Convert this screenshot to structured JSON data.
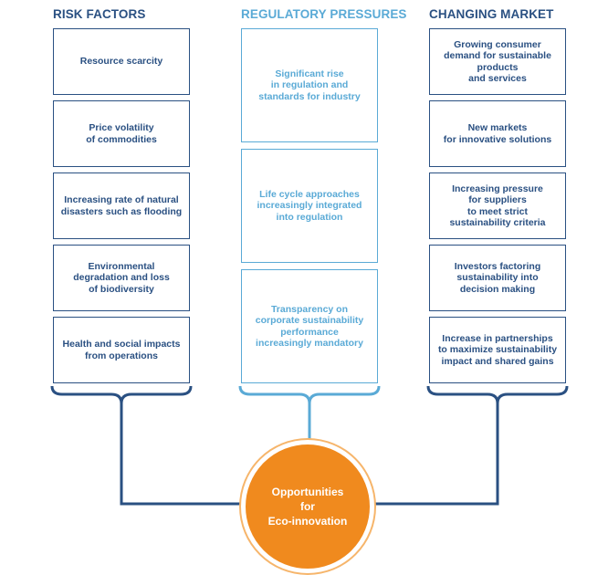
{
  "columns": {
    "risk": {
      "title": "RISK FACTORS",
      "items": [
        "Resource scarcity",
        "Price volatility\nof commodities",
        "Increasing rate of natural\ndisasters such as flooding",
        "Environmental\ndegradation and loss\nof biodiversity",
        "Health and social impacts\nfrom operations"
      ]
    },
    "regulatory": {
      "title": "REGULATORY PRESSURES",
      "items": [
        "Significant rise\nin regulation and\nstandards for industry",
        "Life cycle approaches\nincreasingly integrated\ninto regulation",
        "Transparency on\ncorporate sustainability\nperformance\nincreasingly mandatory"
      ]
    },
    "market": {
      "title": "CHANGING MARKET",
      "items": [
        "Growing consumer\ndemand for sustainable\nproducts\nand services",
        "New markets\nfor innovative solutions",
        "Increasing pressure\nfor suppliers\nto meet strict\nsustainability criteria",
        "Investors factoring\nsustainability into\ndecision making",
        "Increase in partnerships\nto maximize sustainability\nimpact and shared gains"
      ]
    }
  },
  "hub": {
    "label": "Opportunities\nfor\nEco-innovation"
  },
  "colors": {
    "dark_blue": "#2a5082",
    "light_blue": "#5aaad6",
    "orange": "#f08a1e"
  }
}
